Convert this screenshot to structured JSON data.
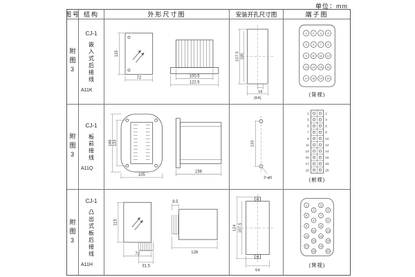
{
  "unit_label": "单位：mm",
  "headers": {
    "fig_no": "图号",
    "structure": "结构",
    "outline": "外形尺寸图",
    "install": "安装开孔尺寸图",
    "terminal": "端子图"
  },
  "rows": [
    {
      "fig": "附图3",
      "model": "CJ-1",
      "desc": "嵌入式后接线",
      "code": "A11K",
      "outline_dims": {
        "height": "115",
        "width": "72",
        "inner_width": "100.5",
        "outer_width": "122.5"
      },
      "install_dims": {
        "height": "107.5",
        "height2": "105",
        "tab": "16",
        "width": "(64)"
      },
      "terminal_view": "(背视)"
    },
    {
      "fig": "附图3",
      "model": "CJ-1",
      "desc": "板前接线",
      "code": "A11Q",
      "outline_dims": {
        "height": "149",
        "height2": "133",
        "width": "105",
        "depth": "156"
      },
      "install_dims": {
        "spacing": "133",
        "holes": "2-φ5"
      },
      "terminal_view": "(前视)"
    },
    {
      "fig": "附图3",
      "model": "CJ-1",
      "desc": "凸出式板后接线",
      "code": "A11H",
      "outline_dims": {
        "height": "115",
        "width": "72",
        "pin_offset": "31.5",
        "pin_len": "9.5",
        "depth": "126"
      },
      "install_dims": {
        "height": "107.5",
        "height2": "124",
        "width": "64"
      },
      "terminal_view": "(背视)"
    }
  ],
  "terminals": {
    "row1_numbers": [
      1,
      2,
      3,
      4,
      5,
      6,
      7,
      8,
      9,
      10,
      11,
      12,
      13,
      14,
      15,
      16,
      17,
      18,
      19,
      20
    ],
    "row2_left": [
      1,
      3,
      5,
      7,
      9,
      11,
      13,
      15,
      17,
      19
    ],
    "row2_right": [
      2,
      4,
      6,
      8,
      10,
      12,
      14,
      16,
      18,
      20
    ],
    "row3_numbers": [
      1,
      2,
      3,
      4,
      5,
      6,
      7,
      8,
      9,
      10,
      11,
      12,
      13,
      14,
      15,
      16,
      17,
      18,
      19,
      20
    ]
  }
}
